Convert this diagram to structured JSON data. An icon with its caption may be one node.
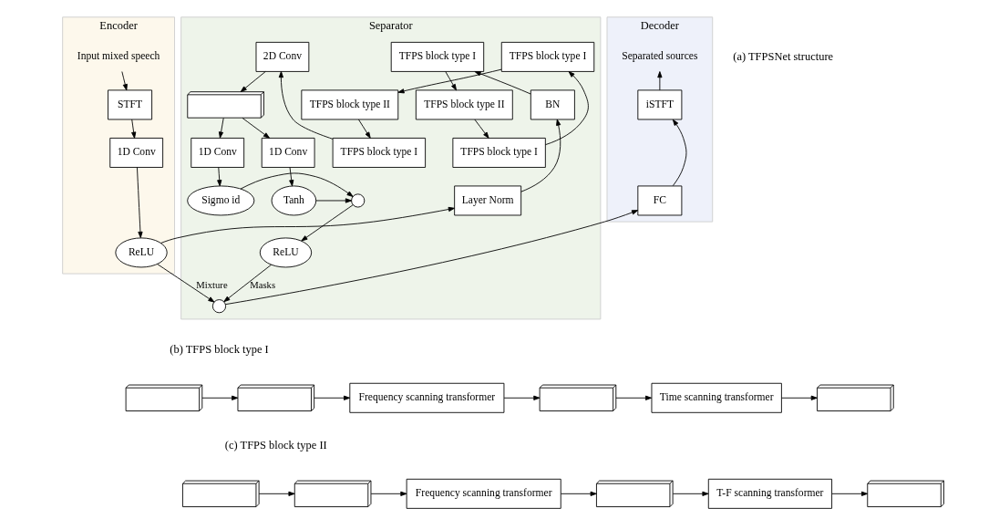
{
  "diagram": {
    "nodes": [
      {
        "text": [
          "Encoder"
        ]
      },
      {
        "text": [
          "Input mixed speech"
        ],
        "in": 0
      },
      {
        "text": [
          "STFT"
        ],
        "in": 0
      },
      {
        "text": [
          "1D Conv"
        ],
        "in": 0
      },
      {
        "text": [
          "ReLU"
        ],
        "in": 0
      },
      {
        "text": [
          "Separator"
        ]
      },
      {
        "text": [
          "BN"
        ],
        "in": 5
      },
      {
        "text": [
          "Layer Norm"
        ],
        "in": 5
      },
      {
        "text": [
          "TFPS block type I"
        ],
        "in": 5
      },
      {
        "text": [
          "TFPS block type II"
        ],
        "in": 5
      },
      {
        "text": [
          "TFPS block type I"
        ],
        "in": 5
      },
      {
        "text": [
          "TFPS block type I"
        ],
        "in": 5
      },
      {
        "text": [
          "TFPS block type II"
        ],
        "in": 5
      },
      {
        "text": [
          "TFPS block type I"
        ],
        "in": 5
      },
      {
        "text": [
          "2D Conv"
        ],
        "in": 5
      },
      {
        "text": [],
        "shape": "box",
        "in": 5
      },
      {
        "text": [
          "1D Conv"
        ],
        "in": 5
      },
      {
        "text": [
          "1D Conv"
        ],
        "in": 5
      },
      {
        "text": [
          "Tanh"
        ],
        "in": 5
      },
      {
        "text": [
          "Sigmo id"
        ],
        "in": 5
      },
      {
        "text": [],
        "shape": "circle",
        "in": 5
      },
      {
        "text": [
          "ReLU"
        ],
        "in": 5
      },
      {
        "text": [],
        "shape": "circle",
        "in": 5
      },
      {
        "text": [
          "Decoder"
        ]
      },
      {
        "text": [
          "Separated sources"
        ],
        "in": 23
      },
      {
        "text": [
          "iSTFT"
        ],
        "in": 23
      },
      {
        "text": [
          "FC"
        ],
        "in": 23
      },
      {
        "text": [],
        "shape": "box"
      },
      {
        "text": [],
        "shape": "box"
      },
      {
        "text": [
          "Frequency scanning transformer"
        ]
      },
      {
        "text": [],
        "shape": "box"
      },
      {
        "text": [
          "Time scanning transformer"
        ]
      },
      {
        "text": [],
        "shape": "box"
      },
      {
        "text": [],
        "shape": "box"
      },
      {
        "text": [],
        "shape": "box"
      },
      {
        "text": [
          "Frequency scanning transformer"
        ]
      },
      {
        "text": [],
        "shape": "box"
      },
      {
        "text": [
          "T-F scanning transformer"
        ]
      },
      {
        "text": [],
        "shape": "box"
      }
    ],
    "edges": [
      {
        "from": 1,
        "to": 2,
        "arrow": "to"
      },
      {
        "from": 2,
        "to": 3,
        "arrow": "to"
      },
      {
        "from": 3,
        "to": 4,
        "arrow": "to"
      },
      {
        "from": 4,
        "to": 7,
        "arrow": "to"
      },
      {
        "from": 7,
        "to": 6,
        "arrow": "to"
      },
      {
        "from": 6,
        "to": 8,
        "arrow": "to"
      },
      {
        "from": 8,
        "to": 9,
        "arrow": "to"
      },
      {
        "from": 9,
        "to": 10,
        "arrow": "to"
      },
      {
        "from": 10,
        "to": 11,
        "arrow": "to"
      },
      {
        "from": 11,
        "to": 12,
        "arrow": "to"
      },
      {
        "from": 12,
        "to": 13,
        "arrow": "to"
      },
      {
        "from": 13,
        "to": 14,
        "arrow": "to"
      },
      {
        "from": 14,
        "to": 15,
        "arrow": "to"
      },
      {
        "from": 15,
        "to": 16,
        "arrow": "to"
      },
      {
        "from": 15,
        "to": 17,
        "arrow": "to"
      },
      {
        "from": 16,
        "to": 18,
        "arrow": "to"
      },
      {
        "from": 17,
        "to": 19,
        "arrow": "to"
      },
      {
        "from": 18,
        "to": 20,
        "arrow": "to"
      },
      {
        "from": 19,
        "to": 20,
        "arrow": "to"
      },
      {
        "from": 20,
        "to": 21,
        "arrow": "to"
      },
      {
        "from": 21,
        "to": 22,
        "arrow": "to",
        "label": "Masks"
      },
      {
        "from": 4,
        "to": 22,
        "arrow": "to",
        "label": "Mixture"
      },
      {
        "from": 22,
        "to": 26,
        "arrow": "to"
      },
      {
        "from": 26,
        "to": 25,
        "arrow": "to"
      },
      {
        "from": 25,
        "to": 24,
        "arrow": "to"
      },
      {
        "from": 27,
        "to": 28,
        "arrow": "to"
      },
      {
        "from": 28,
        "to": 29,
        "arrow": "to"
      },
      {
        "from": 29,
        "to": 30,
        "arrow": "to"
      },
      {
        "from": 30,
        "to": 31,
        "arrow": "to"
      },
      {
        "from": 31,
        "to": 32,
        "arrow": "to"
      },
      {
        "from": 33,
        "to": 34,
        "arrow": "to"
      },
      {
        "from": 34,
        "to": 35,
        "arrow": "to"
      },
      {
        "from": 35,
        "to": 36,
        "arrow": "to"
      },
      {
        "from": 36,
        "to": 37,
        "arrow": "to"
      },
      {
        "from": 37,
        "to": 38,
        "arrow": "to"
      }
    ],
    "labels": [
      "(a) TFPSNet structure",
      "(b) TFPS block type I",
      "(c) TFPS block type II"
    ]
  }
}
